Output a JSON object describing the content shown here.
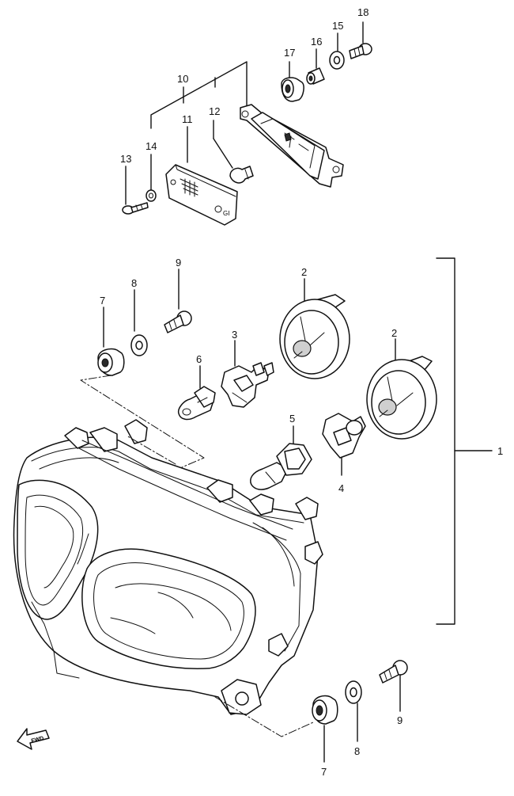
{
  "callouts": {
    "c1": "1",
    "c2a": "2",
    "c2b": "2",
    "c3": "3",
    "c4": "4",
    "c5": "5",
    "c6": "6",
    "c7a": "7",
    "c7b": "7",
    "c8a": "8",
    "c8b": "8",
    "c9a": "9",
    "c9b": "9",
    "c10": "10",
    "c11": "11",
    "c12": "12",
    "c13": "13",
    "c14": "14",
    "c15": "15",
    "c16": "16",
    "c17": "17",
    "c18": "18"
  },
  "fwd_label": "FWD"
}
